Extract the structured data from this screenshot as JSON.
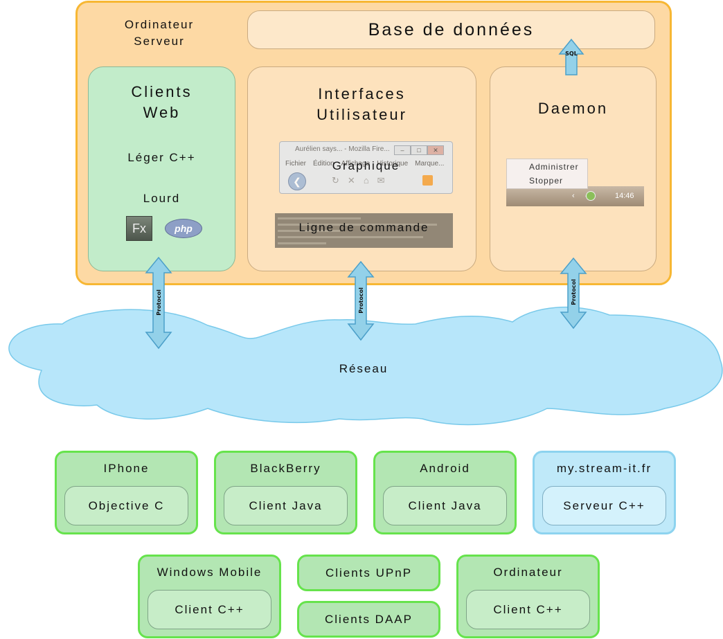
{
  "server": {
    "label": "Ordinateur\nServeur",
    "database": "Base de données",
    "db_arrow_label": "SQL",
    "web": {
      "title": "Clients\nWeb",
      "light": "Léger C++",
      "heavy": "Lourd",
      "fx_logo": "Fx",
      "php_logo": "php"
    },
    "ui": {
      "title": "Interfaces\nUtilisateur",
      "graphical": "Graphique",
      "command_line": "Ligne de commande",
      "browser_title": "Aurélien says... - Mozilla Fire...",
      "browser_menu": [
        "Fichier",
        "Édition",
        "Affichage",
        "Historique",
        "Marque..."
      ]
    },
    "daemon": {
      "title": "Daemon",
      "menu": [
        "Administrer",
        "Stopper"
      ],
      "clock": "14:46"
    }
  },
  "arrows": {
    "protocol_label": "Protocol"
  },
  "network": {
    "label": "Réseau"
  },
  "clients": [
    {
      "title": "IPhone",
      "inner": "Objective C",
      "style": "green"
    },
    {
      "title": "BlackBerry",
      "inner": "Client Java",
      "style": "green"
    },
    {
      "title": "Android",
      "inner": "Client Java",
      "style": "green"
    },
    {
      "title": "my.stream-it.fr",
      "inner": "Serveur C++",
      "style": "blue"
    },
    {
      "title": "Windows Mobile",
      "inner": "Client C++",
      "style": "green"
    },
    {
      "title": "Clients UPnP",
      "inner": "",
      "style": "green"
    },
    {
      "title": "Clients DAAP",
      "inner": "",
      "style": "green"
    },
    {
      "title": "Ordinateur",
      "inner": "Client C++",
      "style": "green"
    }
  ],
  "colors": {
    "server_fill": "#fdd9a4",
    "server_border": "#f7b733",
    "web_fill": "#c2ecca",
    "cloud_fill": "#b7e6fa",
    "client_green": "#b3e6b3",
    "client_green_border": "#66e34c",
    "client_blue": "#bfe9f9",
    "arrow_fill": "#93d1e9"
  }
}
